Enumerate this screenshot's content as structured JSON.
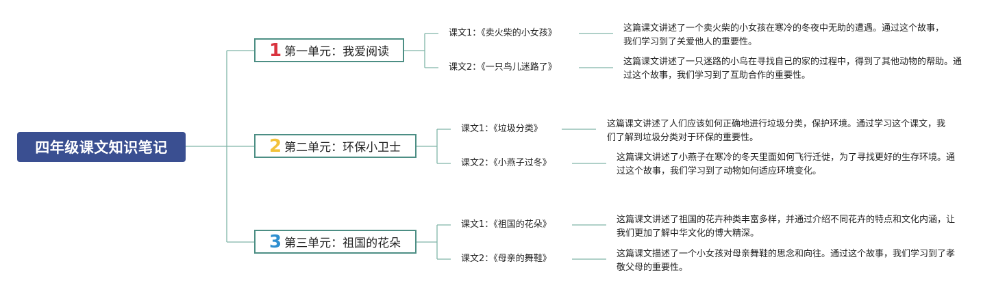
{
  "root": {
    "title": "四年级课文知识笔记"
  },
  "colors": {
    "root_bg": "#3a4f91",
    "line": "#7fb5a8",
    "unit_border": "#4c8e84",
    "num1": "#d9343f",
    "num2": "#f2c23a",
    "num3": "#2f8fd0"
  },
  "units": [
    {
      "number": "1",
      "title": "第一单元：我爱阅读",
      "lessons": [
        {
          "label": "课文1：《卖火柴的小女孩》",
          "description": "这篇课文讲述了一个卖火柴的小女孩在寒冷的冬夜中无助的遭遇。通过这个故事，我们学习到了关爱他人的重要性。"
        },
        {
          "label": "课文2：《一只鸟儿迷路了》",
          "description": "这篇课文讲述了一只迷路的小鸟在寻找自己的家的过程中，得到了其他动物的帮助。通过这个故事，我们学习到了互助合作的重要性。"
        }
      ]
    },
    {
      "number": "2",
      "title": "第二单元：环保小卫士",
      "lessons": [
        {
          "label": "课文1：《垃圾分类》",
          "description": "这篇课文讲述了人们应该如何正确地进行垃圾分类，保护环境。通过学习这个课文，我们了解到垃圾分类对于环保的重要性。"
        },
        {
          "label": "课文2：《小燕子过冬》",
          "description": "这篇课文讲述了小燕子在寒冷的冬天里面如何飞行迁徙，为了寻找更好的生存环境。通过这个故事，我们学习到了动物如何适应环境变化。"
        }
      ]
    },
    {
      "number": "3",
      "title": "第三单元：祖国的花朵",
      "lessons": [
        {
          "label": "课文1：《祖国的花朵》",
          "description": "这篇课文讲述了祖国的花卉种类丰富多样，并通过介绍不同花卉的特点和文化内涵，让我们更加了解中华文化的博大精深。"
        },
        {
          "label": "课文2：《母亲的舞鞋》",
          "description": "这篇课文描述了一个小女孩对母亲舞鞋的思念和向往。通过这个故事，我们学习到了孝敬父母的重要性。"
        }
      ]
    }
  ]
}
